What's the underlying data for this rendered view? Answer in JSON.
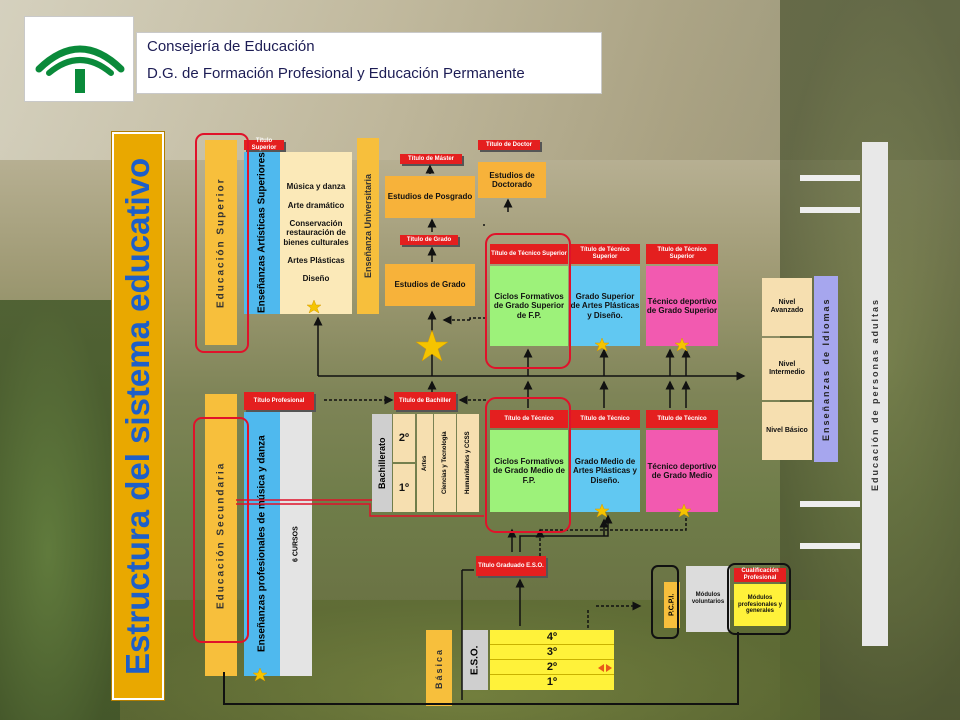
{
  "header": {
    "line1": "Consejería de Educación",
    "line2": "D.G. de Formación Profesional y Educación Permanente",
    "logo": "junta-andalucia-logo"
  },
  "title": "Estructura del sistema educativo",
  "superior": {
    "section": "Educación Superior",
    "artisticas_title": "Título Superior",
    "artisticas_label": "Enseñanzas Artísticas Superiores",
    "artisticas_items": "Música y danza\n\nArte dramático\n\nConservación restauración de bienes culturales\n\nArtes Plásticas\n\nDiseño",
    "universitaria": "Enseñanza Universitaria",
    "master_title": "Título de Máster",
    "posgrado": "Estudios de Posgrado",
    "doctor_title": "Título de Doctor",
    "doctorado": "Estudios de Doctorado",
    "grado_title": "Título de Grado",
    "grado": "Estudios de Grado",
    "ts1_title": "Título de Técnico Superior",
    "ts1": "Ciclos Formativos de Grado Superior de F.P.",
    "ts2_title": "Título de Técnico Superior",
    "ts2": "Grado Superior de Artes Plásticas y Diseño.",
    "ts3_title": "Título de Técnico Superior",
    "ts3": "Técnico deportivo de Grado Superior"
  },
  "secundaria": {
    "section": "Educación Secundaria",
    "profesional_title": "Título Profesional",
    "musica_label": "Enseñanzas profesionales de música y danza",
    "cursos": "6 CURSOS",
    "bachiller_title": "Título de Bachiller",
    "bachillerato": "Bachillerato",
    "curso2": "2º",
    "curso1": "1º",
    "mod_artes": "Artes",
    "mod_ciencias": "Ciencias y Tecnología",
    "mod_humanidades": "Humanidades y CCSS",
    "t1_title": "Título de Técnico",
    "t1": "Ciclos Formativos de Grado Medio de F.P.",
    "t2_title": "Título de Técnico",
    "t2": "Grado Medio de Artes Plásticas y Diseño.",
    "t3_title": "Título de Técnico",
    "t3": "Técnico deportivo de Grado Medio",
    "eso_title": "Título Graduado E.S.O."
  },
  "basica": {
    "section": "Básica",
    "eso": "E.S.O.",
    "years": [
      "4º",
      "3º",
      "2º",
      "1º"
    ]
  },
  "pcpi": {
    "label": "P.C.P.I.",
    "voluntarios": "Módulos voluntarios",
    "cualificacion_title": "Cualificación Profesional",
    "generales": "Módulos profesionales y generales"
  },
  "idiomas": {
    "section": "Enseñanzas de Idiomas",
    "avanzado": "Nivel Avanzado",
    "intermedio": "Nivel Intermedio",
    "basico": "Nivel Básico"
  },
  "adultas": {
    "section": "Educación de personas adultas"
  },
  "colors": {
    "red": "#e41f1f",
    "yellow": "#fff23a",
    "green": "#9df27a",
    "cyan": "#61c8f2",
    "pink": "#f25ab0",
    "orange": "#f7b23a",
    "frame_red": "#e0122a",
    "title_blue": "#1e5fc8"
  }
}
